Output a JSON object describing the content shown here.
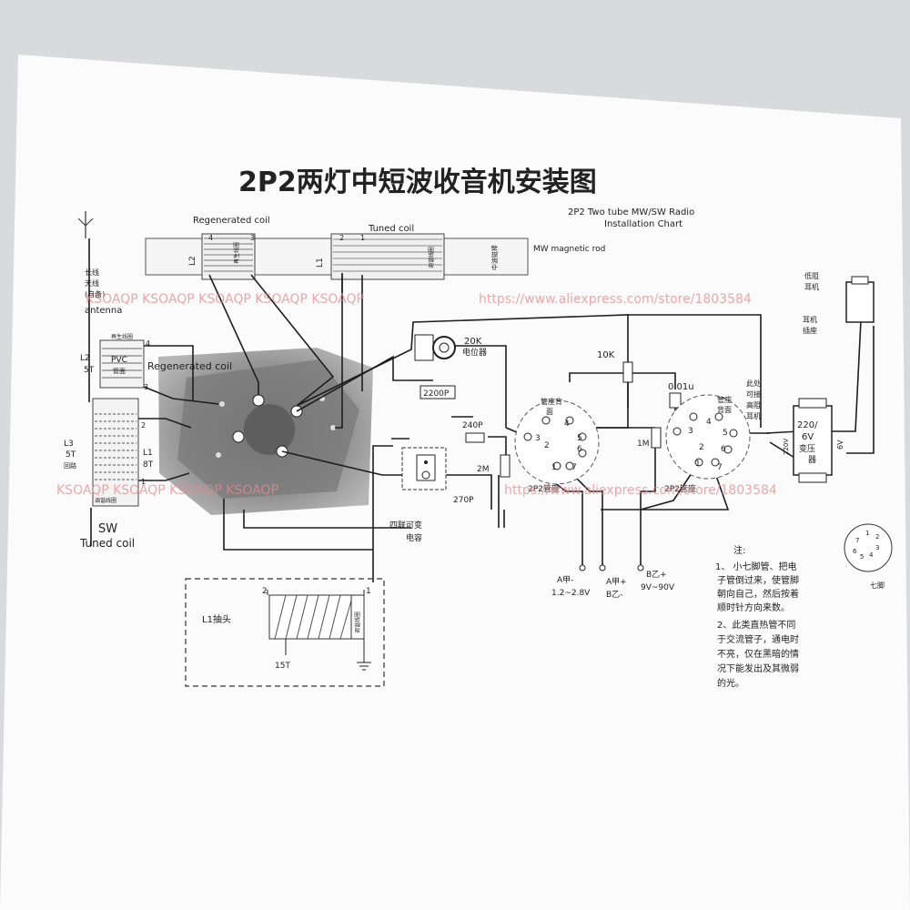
{
  "title": "2P2两灯中短波收音机安装图",
  "subtitle_en_line1": "2P2 Two tube MW/SW Radio",
  "subtitle_en_line2": "Installation Chart",
  "labels": {
    "regenerated_coil_top": "Regenerated coil",
    "tuned_coil": "Tuned coil",
    "mw_magnetic_rod": "MW magnetic rod",
    "l2_top": "L2",
    "l1_top": "L1",
    "coil_tag_regen": "再生线圈",
    "coil_tag_tuned": "调谐线圈",
    "coil_tag_rod": "中波磁棒",
    "pin_4": "4",
    "pin_3": "3",
    "pin_2": "2",
    "pin_1": "1",
    "antenna_cn_1": "长线",
    "antenna_cn_2": "天线",
    "antenna_cn_3": "(自备)",
    "antenna": "antenna",
    "l2_5t": "L2",
    "five_t": "5T",
    "pvc_cn": "PVC",
    "pvc_pipe": "管面",
    "regen_tag_small": "再生线圈",
    "regenerated_coil_mid": "Regenerated coil",
    "l3": "L3",
    "l3_5t": "5T",
    "l3_tag": "回路",
    "l1_8t_a": "L1",
    "l1_8t_b": "8T",
    "tuned_tag_small": "调谐线圈",
    "sw": "SW",
    "sw_tuned_coil": "Tuned coil",
    "pot": "20K",
    "pot_cn": "电位器",
    "cap_2200": "2200P",
    "res_10k": "10K",
    "res_240p": "240P",
    "res_2m": "2M",
    "cap_270p": "270P",
    "cap_001u": "0.01u",
    "var_cap_cn_1": "四联可变",
    "var_cap_cn_2": "电容",
    "tube_socket_cn_1": "管座背",
    "tube_socket_cn_2": "面",
    "tube1": "2P2管座",
    "tube2": "2P2管座",
    "tube2_socket_cn_1": "管座",
    "tube2_socket_cn_2": "背面",
    "res_1m": "1M",
    "headphone_hi_1": "此处",
    "headphone_hi_2": "可接",
    "headphone_hi_3": "高阻",
    "headphone_hi_4": "耳机",
    "lowz_cn_1": "低阻",
    "lowz_cn_2": "耳机",
    "jack_cn_1": "耳机",
    "jack_cn_2": "插座",
    "trans_1": "220/",
    "trans_2": "6V",
    "trans_3": "变压",
    "trans_4": "器",
    "trans_220v": "220V",
    "trans_6v": "6V",
    "a_minus": "A甲-",
    "a_minus_v": "1.2~2.8V",
    "a_plus": "A甲+",
    "b_minus": "B乙-",
    "b_plus": "B乙+",
    "b_plus_v": "9V~90V",
    "l1_tap": "L1抽头",
    "fifteen_t": "15T",
    "tap_2": "2",
    "tap_1": "1",
    "tap_tag": "调谐线圈",
    "seven_pin": "七脚",
    "watermark_1": "KSOAQP KSOAQP KSOAQP KSOAQP KSOAQP",
    "watermark_2": "https://www.aliexpress.com/store/1803584",
    "watermark_3": "KSOAQP KSOAQP KSOAQP KSOAQP",
    "watermark_4": "https://www.aliexpress.com/store/1803584"
  },
  "notes": {
    "heading": "注:",
    "lines": [
      "1、 小七脚管、把电",
      "子管倒过来，使管脚",
      "朝向自己，然后按着",
      "顺时针方向来数。",
      "2、此类直热管不同",
      "于交流管子，通电时",
      "不亮，仅在黑暗的情",
      "况下能发出及其微弱",
      "的光。"
    ]
  },
  "colors": {
    "paper": "#fbfbfb",
    "ink": "#222222",
    "watermark": "#e88a8a",
    "photo": "#8c8c8c"
  }
}
